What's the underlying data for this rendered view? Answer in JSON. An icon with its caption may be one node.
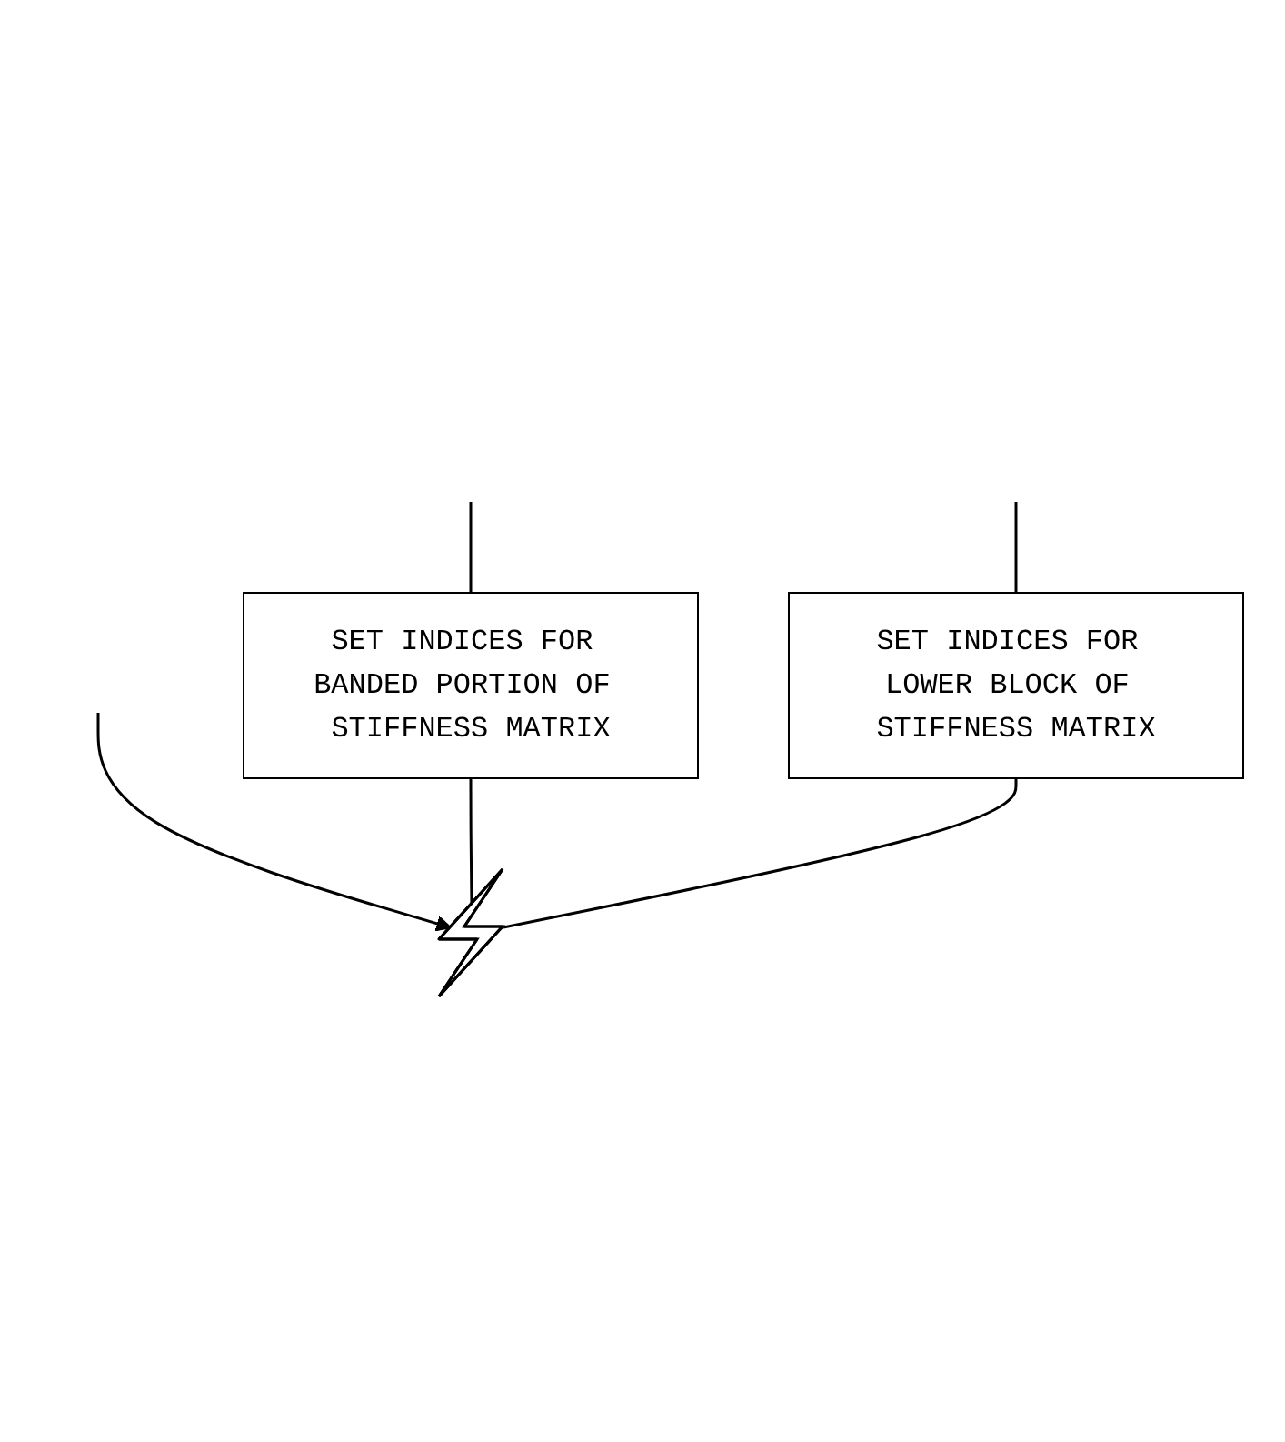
{
  "diagram": {
    "nodes": [
      {
        "text": [
          "SET INDICES FOR BANDED PORTION OF STIFFNESS MATRIX"
        ]
      },
      {
        "text": [
          "SET INDICES FOR LOWER BLOCK OF STIFFNESS MATRIX"
        ]
      },
      {
        "text": [],
        "shape": "break"
      }
    ],
    "edges": [
      {
        "from": null,
        "to": 0,
        "arrow": "none"
      },
      {
        "from": null,
        "to": 2,
        "arrow": "to"
      },
      {
        "from": 0,
        "to": 2,
        "arrow": "none"
      },
      {
        "from": null,
        "to": 1,
        "arrow": "none"
      },
      {
        "from": 1,
        "to": 2,
        "arrow": "none"
      }
    ]
  }
}
